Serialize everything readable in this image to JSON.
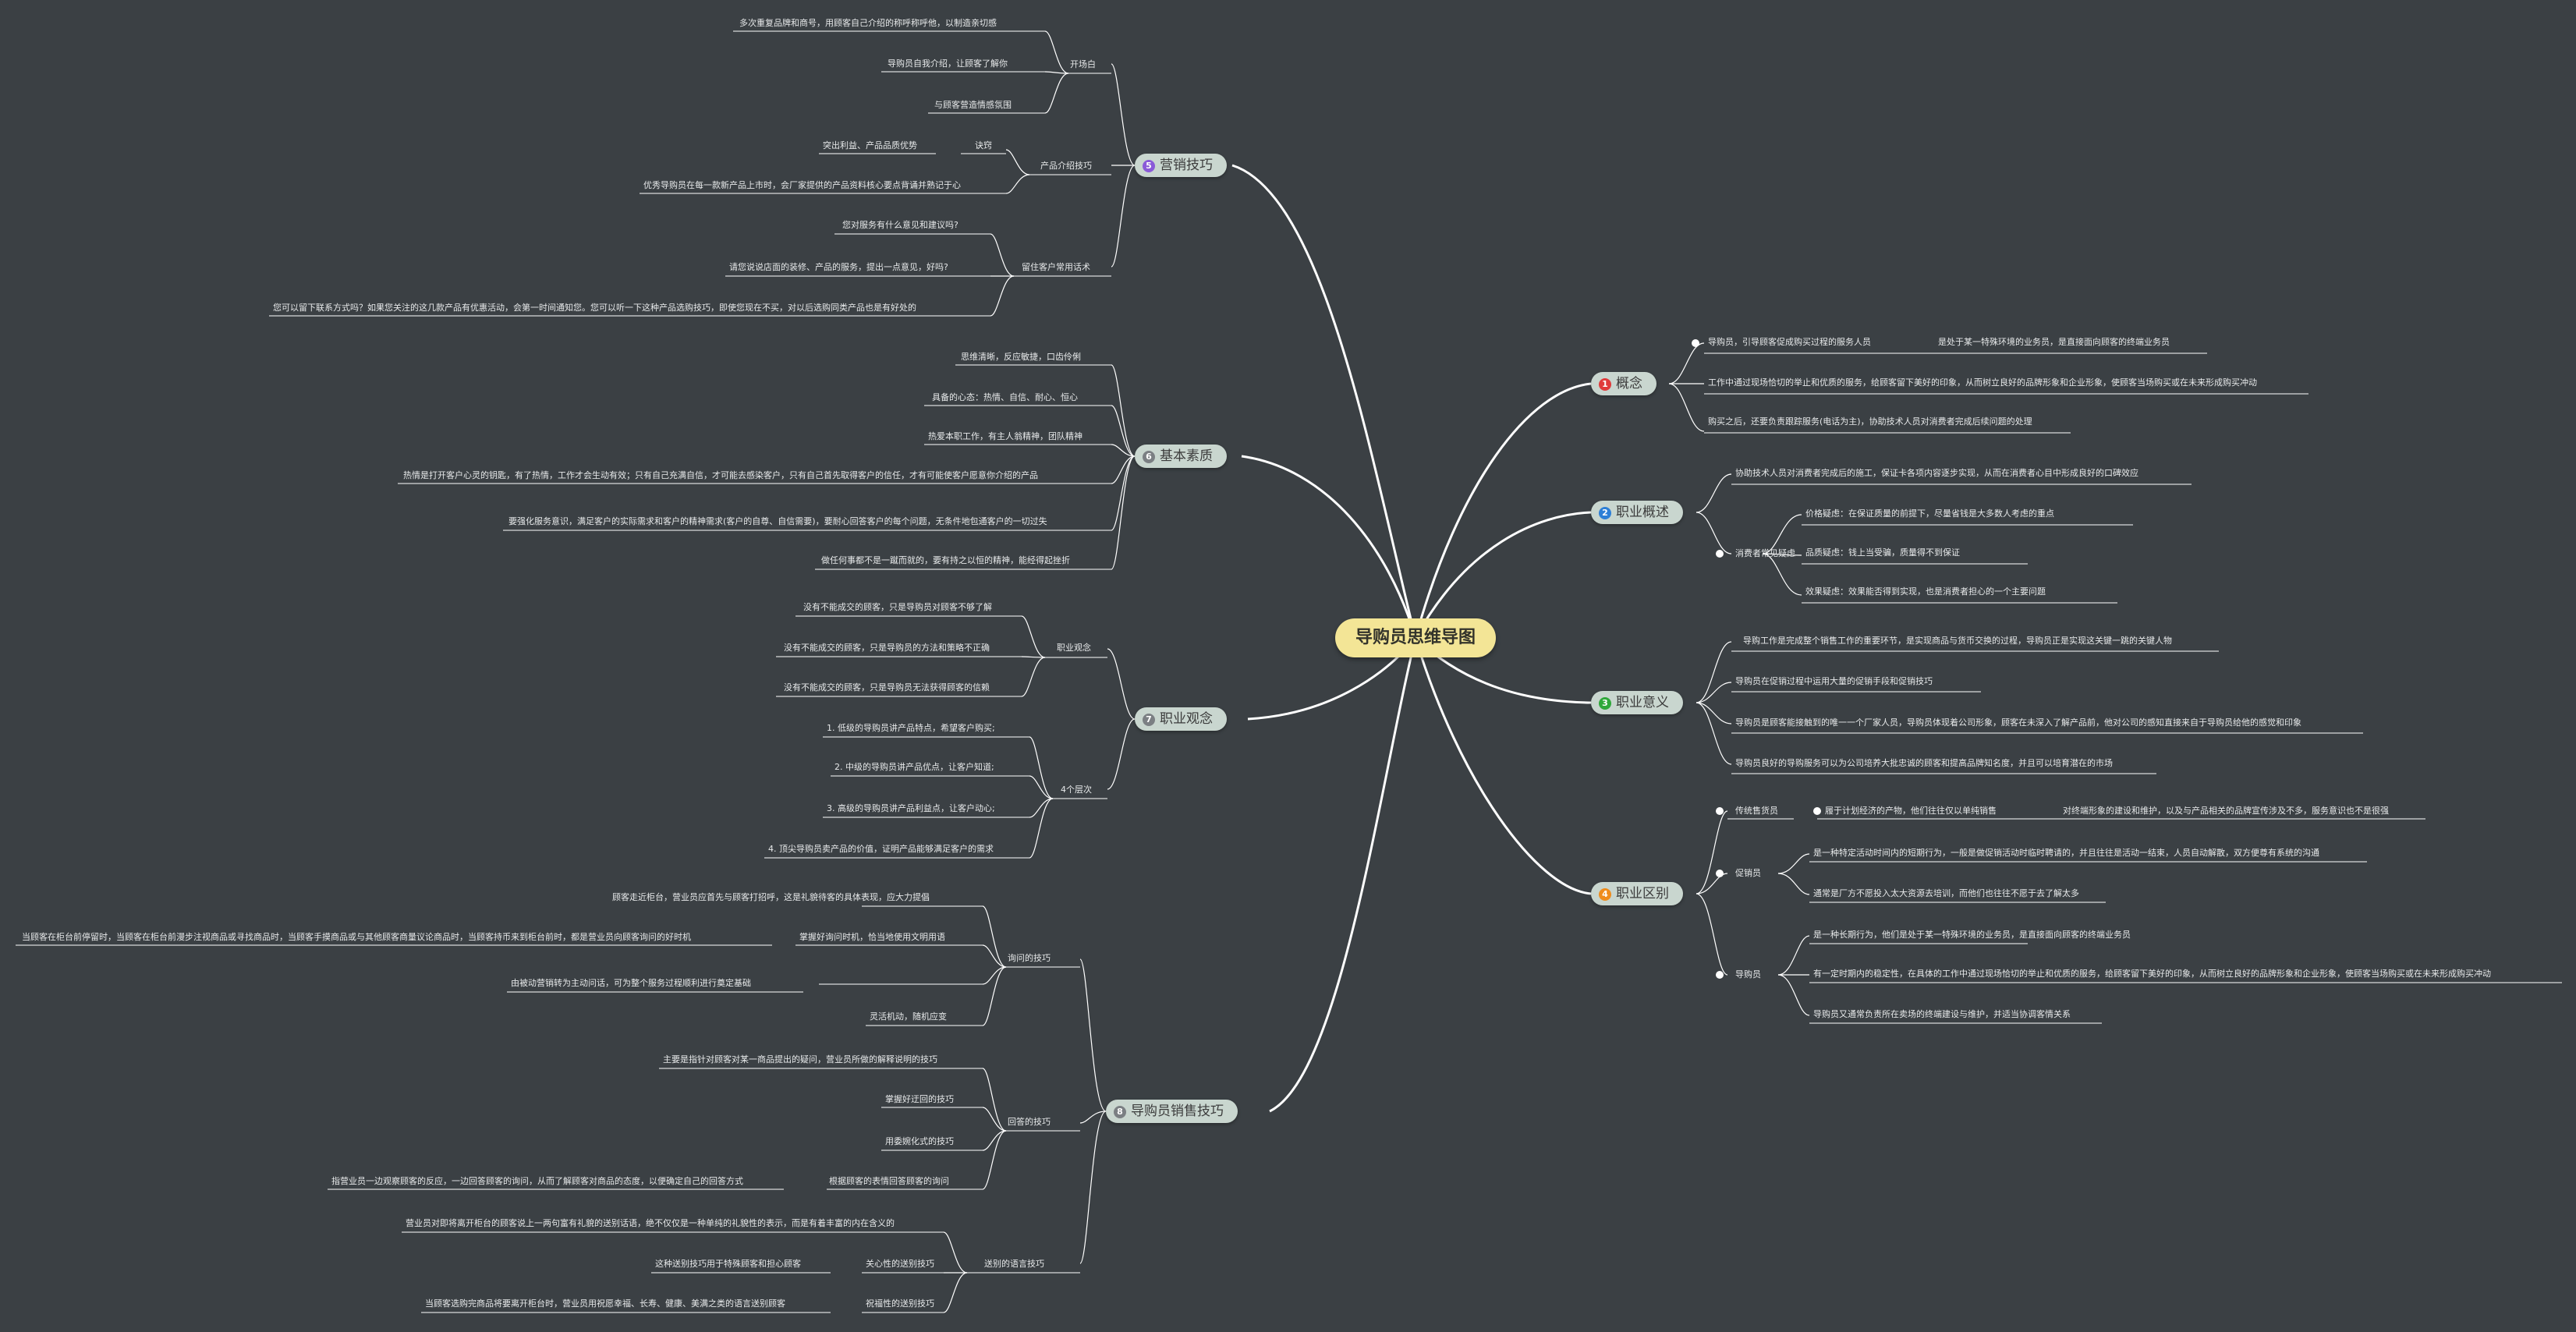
{
  "colors": {
    "background": "#3b4044",
    "central": "#f3e596",
    "topic": "#c9d6cf",
    "line": "#ffffff"
  },
  "central": "导购员思维导图",
  "topics": {
    "concept": {
      "num": "1",
      "label": "概念",
      "badge_color": "#e03b3b"
    },
    "overview": {
      "num": "2",
      "label": "职业概述",
      "badge_color": "#2d7fd6"
    },
    "meaning": {
      "num": "3",
      "label": "职业意义",
      "badge_color": "#2fa83a"
    },
    "difference": {
      "num": "4",
      "label": "职业区别",
      "badge_color": "#ef8c1c"
    },
    "marketing": {
      "num": "5",
      "label": "营销技巧",
      "badge_color": "#8a5ad8"
    },
    "quality": {
      "num": "6",
      "label": "基本素质",
      "badge_color": "#7b7f83"
    },
    "career_view": {
      "num": "7",
      "label": "职业观念",
      "badge_color": "#7b7f83"
    },
    "sales_skills": {
      "num": "8",
      "label": "导购员销售技巧",
      "badge_color": "#7b7f83"
    }
  },
  "concept": {
    "items": [
      "导购员，引导顾客促成购买过程的服务人员",
      "工作中通过现场恰切的举止和优质的服务，给顾客留下美好的印象，从而树立良好的品牌形象和企业形象，使顾客当场购买或在未来形成购买冲动",
      "购买之后，还要负责跟踪服务(电话为主)，协助技术人员对消费者完成后续问题的处理"
    ],
    "sub": "是处于某一特殊环境的业务员，是直接面向顾客的终端业务员"
  },
  "overview": {
    "item1": "协助技术人员对消费者完成后的施工，保证卡各项内容逐步实现，从而在消费者心目中形成良好的口碑效应",
    "group": "消费者常见疑虑",
    "sub": [
      "价格疑虑：在保证质量的前提下，尽量省钱是大多数人考虑的重点",
      "品质疑虑：钱上当受骗，质量得不到保证",
      "效果疑虑：效果能否得到实现，也是消费者担心的一个主要问题"
    ]
  },
  "meaning": {
    "items": [
      "导购工作是完成整个销售工作的重要环节，是实现商品与货币交换的过程，导购员正是实现这关键一跳的关键人物",
      "导购员在促销过程中运用大量的促销手段和促销技巧",
      "导购员是顾客能接触到的唯一一个厂家人员，导购员体现着公司形象，顾客在未深入了解产品前，他对公司的感知直接来自于导购员给他的感觉和印象",
      "导购员良好的导购服务可以为公司培养大批忠诚的顾客和提高品牌知名度，并且可以培育潜在的市场"
    ]
  },
  "difference": {
    "trad": "传统售货员",
    "trad_sub": "履于计划经济的产物，他们往往仅以单纯销售",
    "trad_sub2": "对终端形象的建设和维护，以及与产品相关的品牌宣传涉及不多，服务意识也不是很强",
    "promo": "促销员",
    "promo_sub": [
      "是一种特定活动时间内的短期行为，一般是做促销活动时临时聘请的，并且往往是活动一结束，人员自动解散，双方便尊有系统的沟通",
      "通常是厂方不愿投入太大资源去培训，而他们也往往不愿于去了解太多"
    ],
    "guide": "导购员",
    "guide_sub": [
      "是一种长期行为，他们是处于某一特殊环境的业务员，是直接面向顾客的终端业务员",
      "有一定时期内的稳定性，在具体的工作中通过现场恰切的举止和优质的服务，给顾客留下美好的印象，从而树立良好的品牌形象和企业形象，使顾客当场购买或在未来形成购买冲动",
      "导购员又通常负责所在卖场的终端建设与维护，并适当协调客情关系"
    ]
  },
  "marketing": {
    "opening": "开场白",
    "opening_sub": [
      "多次重复品牌和商号，用顾客自己介绍的称呼称呼他，以制造亲切感",
      "导购员自我介绍，让顾客了解你",
      "与顾客营造情感氛围"
    ],
    "product": "产品介绍技巧",
    "secret": "诀窍",
    "secret_sub": "突出利益、产品品质优势",
    "product_sub": "优秀导购员在每一款新产品上市时，会厂家提供的产品资料核心要点背诵并熟记于心",
    "retain": "留住客户常用话术",
    "retain_sub": [
      "您对服务有什么意见和建议吗?",
      "请您说说店面的装修、产品的服务，提出一点意见，好吗?",
      "您可以留下联系方式吗？如果您关注的这几款产品有优惠活动，会第一时间通知您。您可以听一下这种产品选购技巧，即使您现在不买，对以后选购同类产品也是有好处的"
    ]
  },
  "quality": {
    "items": [
      "思维清晰，反应敏捷，口齿伶俐",
      "具备的心态：热情、自信、耐心、恒心",
      "热爱本职工作，有主人翁精神，团队精神",
      "热情是打开客户心灵的钥匙，有了热情，工作才会生动有效；只有自己充满自信，才可能去感染客户，只有自己首先取得客户的信任，才有可能使客户愿意你介绍的产品",
      "要强化服务意识，满足客户的实际需求和客户的精神需求(客户的自尊、自信需要)，要耐心回答客户的每个问题，无条件地包通客户的一切过失",
      "做任何事都不是一蹴而就的，要有持之以恒的精神，能经得起挫折"
    ]
  },
  "career_view": {
    "concept": "职业观念",
    "concept_sub": [
      "没有不能成交的顾客，只是导购员对顾客不够了解",
      "没有不能成交的顾客，只是导购员的方法和策略不正确",
      "没有不能成交的顾客，只是导购员无法获得顾客的信赖"
    ],
    "levels": "4个层次",
    "levels_sub": [
      "1. 低级的导购员讲产品特点，希望客户购买;",
      "2. 中级的导购员讲产品优点，让客户知道;",
      "3. 高级的导购员讲产品利益点，让客户动心;",
      "4. 顶尖导购员卖产品的价值，证明产品能够满足客户的需求"
    ]
  },
  "sales_skills": {
    "ask": "询问的技巧",
    "ask_sub": [
      "顾客走近柜台，营业员应首先与顾客打招呼，这是礼貌待客的具体表现，应大力提倡",
      "掌握好询问时机，恰当地使用文明用语",
      "由被动营销转为主动问话，可为整个服务过程顺利进行奠定基础",
      "灵活机动，随机应变"
    ],
    "ask_left": "当顾客在柜台前停留时，当顾客在柜台前漫步注视商品或寻找商品时，当顾客手摸商品或与其他顾客商量议论商品时，当顾客持币来到柜台前时，都是营业员向顾客询问的好时机",
    "answer": "回答的技巧",
    "answer_sub": [
      "主要是指针对顾客对某一商品提出的疑问，营业员所做的解释说明的技巧",
      "掌握好迂回的技巧",
      "用委婉化式的技巧",
      "根据顾客的表情回答顾客的询问"
    ],
    "answer_left": "指营业员一边观察顾客的反应，一边回答顾客的询问，从而了解顾客对商品的态度，以便确定自己的回答方式",
    "farewell": "送别的语言技巧",
    "farewell_sub": [
      "营业员对即将离开柜台的顾客说上一两句富有礼貌的送别话语，绝不仅仅是一种单纯的礼貌性的表示，而是有着丰富的内在含义的",
      "关心性的送别技巧",
      "祝福性的送别技巧"
    ],
    "farewell_left": [
      "这种送别技巧用于特殊顾客和担心顾客",
      "当顾客选购完商品将要离开柜台时，营业员用祝愿幸福、长寿、健康、美满之类的语言送别顾客"
    ]
  }
}
